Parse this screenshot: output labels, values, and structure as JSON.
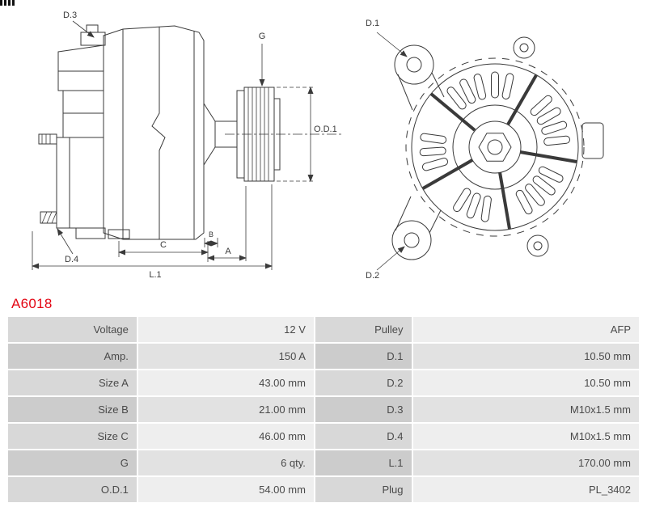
{
  "title": "A6018",
  "colors": {
    "accent_red": "#e30613",
    "label_cell_odd": "#d8d8d8",
    "label_cell_even": "#cccccc",
    "value_cell_odd": "#eeeeee",
    "value_cell_even": "#e2e2e2",
    "cell_text": "#4a4a4a",
    "drawing_stroke": "#3a3a3a"
  },
  "drawing_labels": {
    "d3": "D.3",
    "g": "G",
    "od1": "O.D.1",
    "d4": "D.4",
    "c": "C",
    "b": "B",
    "a": "A",
    "l1": "L.1",
    "d1": "D.1",
    "d2": "D.2"
  },
  "specs": {
    "rows": [
      {
        "label_left": "Voltage",
        "value_left": "12 V",
        "label_right": "Pulley",
        "value_right": "AFP"
      },
      {
        "label_left": "Amp.",
        "value_left": "150 A",
        "label_right": "D.1",
        "value_right": "10.50 mm"
      },
      {
        "label_left": "Size A",
        "value_left": "43.00 mm",
        "label_right": "D.2",
        "value_right": "10.50 mm"
      },
      {
        "label_left": "Size B",
        "value_left": "21.00 mm",
        "label_right": "D.3",
        "value_right": "M10x1.5 mm"
      },
      {
        "label_left": "Size C",
        "value_left": "46.00 mm",
        "label_right": "D.4",
        "value_right": "M10x1.5 mm"
      },
      {
        "label_left": "G",
        "value_left": "6 qty.",
        "label_right": "L.1",
        "value_right": "170.00 mm"
      },
      {
        "label_left": "O.D.1",
        "value_left": "54.00 mm",
        "label_right": "Plug",
        "value_right": "PL_3402"
      }
    ]
  }
}
